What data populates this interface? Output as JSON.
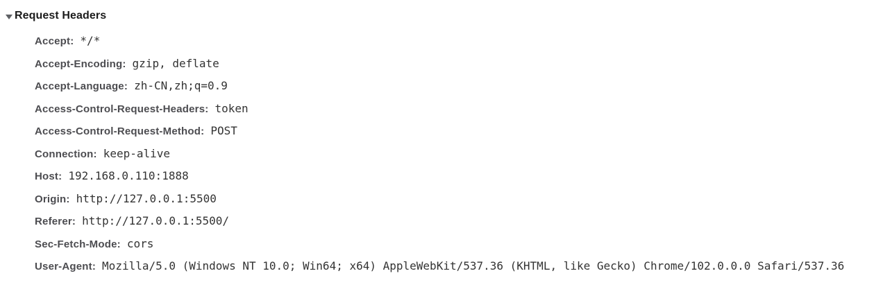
{
  "section": {
    "title": "Request Headers",
    "disclosure_icon": "triangle-down-icon",
    "state": "expanded"
  },
  "headers": [
    {
      "name": "Accept:",
      "value": "*/*"
    },
    {
      "name": "Accept-Encoding:",
      "value": "gzip, deflate"
    },
    {
      "name": "Accept-Language:",
      "value": "zh-CN,zh;q=0.9"
    },
    {
      "name": "Access-Control-Request-Headers:",
      "value": "token"
    },
    {
      "name": "Access-Control-Request-Method:",
      "value": "POST"
    },
    {
      "name": "Connection:",
      "value": "keep-alive"
    },
    {
      "name": "Host:",
      "value": "192.168.0.110:1888"
    },
    {
      "name": "Origin:",
      "value": "http://127.0.0.1:5500"
    },
    {
      "name": "Referer:",
      "value": "http://127.0.0.1:5500/"
    },
    {
      "name": "Sec-Fetch-Mode:",
      "value": "cors"
    },
    {
      "name": "User-Agent:",
      "value": "Mozilla/5.0 (Windows NT 10.0; Win64; x64) AppleWebKit/537.36 (KHTML, like Gecko) Chrome/102.0.0.0 Safari/537.36"
    }
  ],
  "colors": {
    "background": "#ffffff",
    "title_text": "#1b1b1b",
    "header_name": "#4c4c50",
    "header_value": "#333333",
    "triangle": "#5e6064"
  }
}
